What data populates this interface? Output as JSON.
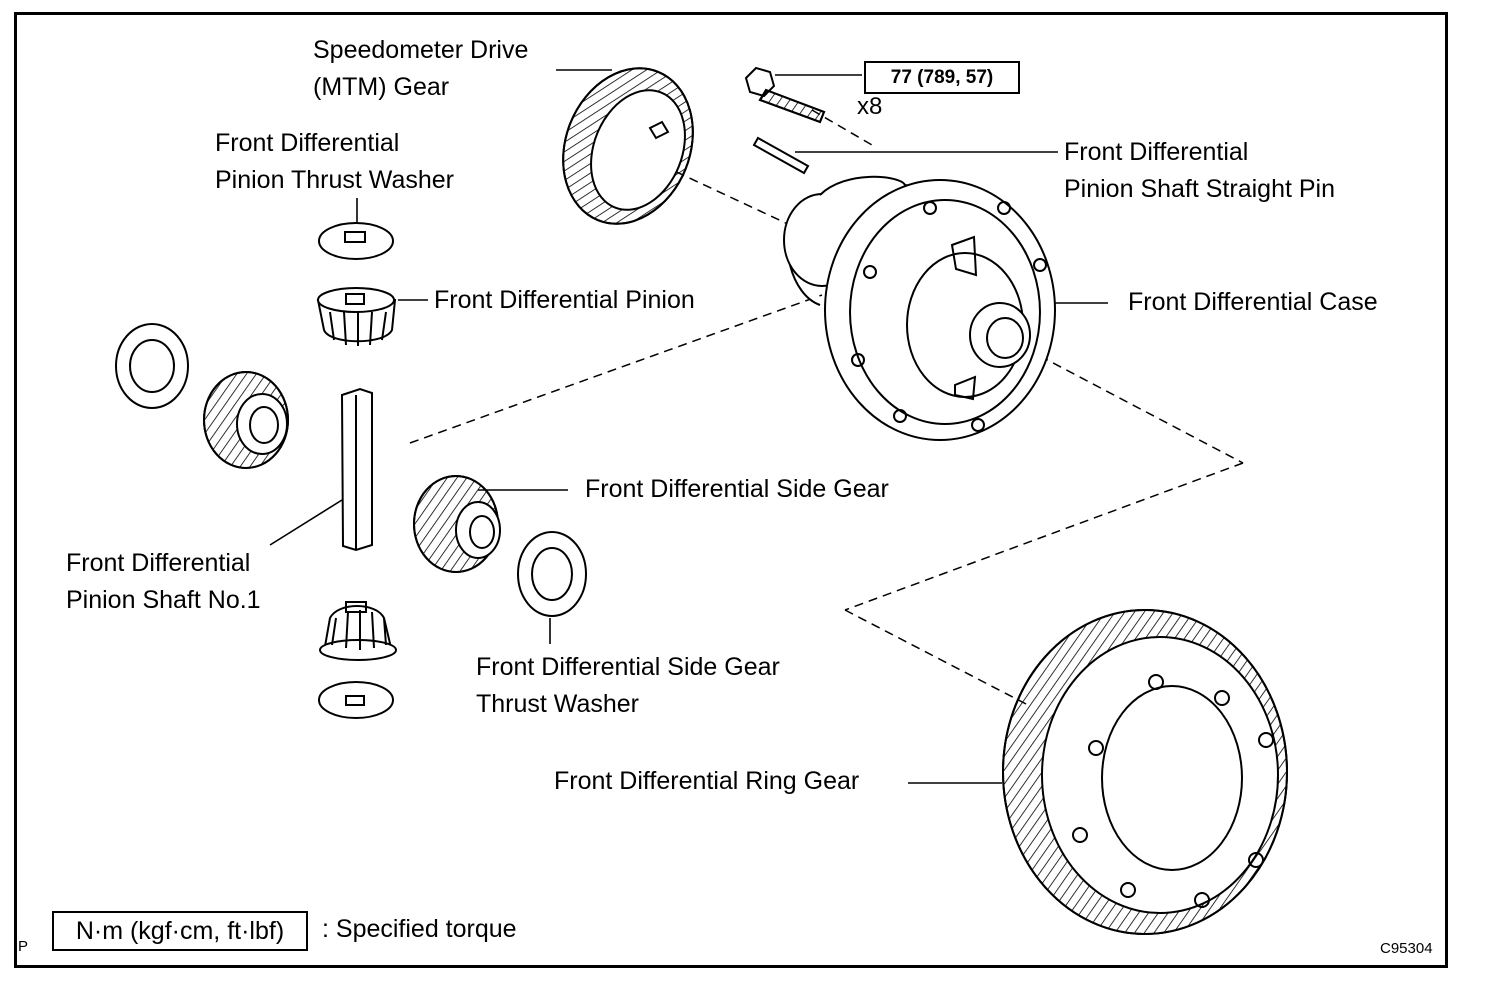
{
  "labels": {
    "speedometer_gear": [
      "Speedometer Drive",
      "(MTM) Gear"
    ],
    "pinion_thrust_washer": [
      "Front Differential",
      "Pinion Thrust Washer"
    ],
    "pinion": "Front Differential Pinion",
    "straight_pin": [
      "Front Differential",
      "Pinion Shaft Straight Pin"
    ],
    "case": "Front Differential Case",
    "side_gear": "Front Differential Side Gear",
    "pinion_shaft": [
      "Front Differential",
      "Pinion Shaft No.1"
    ],
    "side_gear_washer": [
      "Front Differential Side Gear",
      "Thrust Washer"
    ],
    "ring_gear": "Front Differential Ring Gear"
  },
  "torque": {
    "value": "77 (789, 57)",
    "quantity": "x8"
  },
  "legend": {
    "unit": "N·m (kgf·cm, ft·lbf)",
    "text": ": Specified torque"
  },
  "corner": {
    "left": "P",
    "code": "C95304"
  }
}
